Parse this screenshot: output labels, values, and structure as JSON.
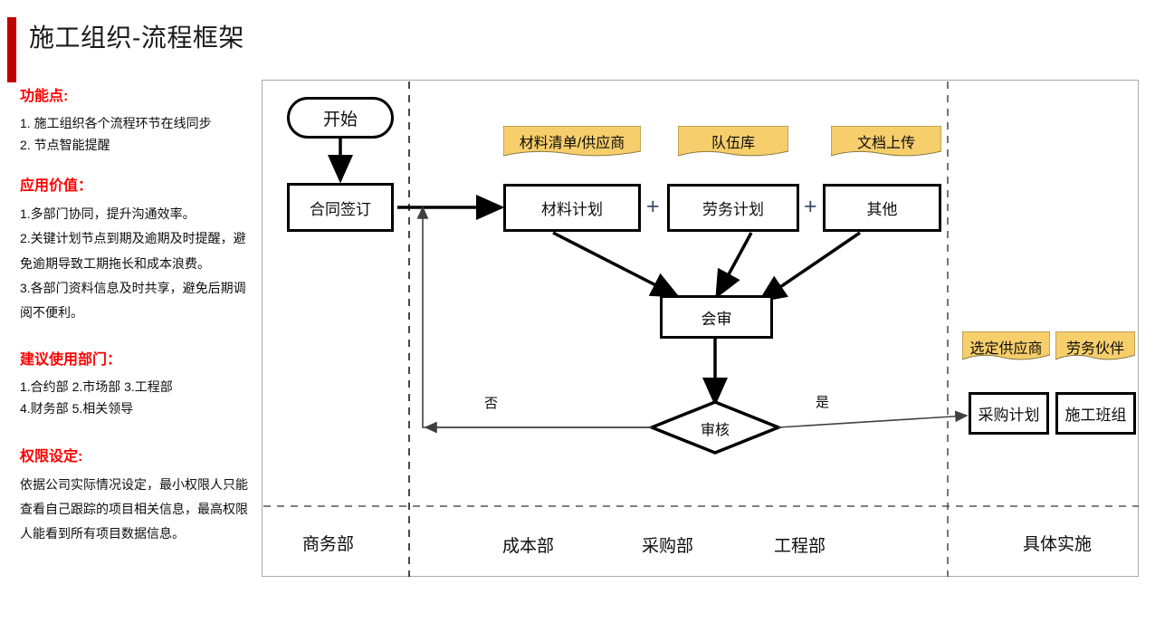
{
  "header": {
    "title": "施工组织-流程框架",
    "accent_color": "#C00000"
  },
  "info_panel": {
    "sections": [
      {
        "heading": "功能点:",
        "lines": [
          "1. 施工组织各个流程环节在线同步",
          "2. 节点智能提醒"
        ]
      },
      {
        "heading": "应用价值：",
        "lines": [
          "1.多部门协同，提升沟通效率。",
          "2.关键计划节点到期及逾期及时提醒，避",
          "免逾期导致工期拖长和成本浪费。",
          "3.各部门资料信息及时共享，避免后期调",
          "阅不便利。"
        ]
      },
      {
        "heading": "建议使用部门：",
        "lines": [
          "1.合约部 2.市场部 3.工程部",
          "4.财务部 5.相关领导"
        ]
      },
      {
        "heading": "权限设定:",
        "lines": [
          "依据公司实际情况设定，最小权限人只能",
          "查看自己跟踪的项目相关信息，最高权限",
          "人能看到所有项目数据信息。"
        ]
      }
    ],
    "heading_color": "#FF0000"
  },
  "flowchart": {
    "nodes": {
      "start": "开始",
      "contract": "合同签订",
      "material_plan": "材料计划",
      "labor_plan": "劳务计划",
      "other_plan": "其他",
      "joint_review": "会审",
      "audit": "审核",
      "purchase_plan": "采购计划",
      "construction_team": "施工班组"
    },
    "sticky_notes": [
      "材料清单/供应商",
      "队伍库",
      "文档上传",
      "选定供应商",
      "劳务伙伴"
    ],
    "operators": [
      "+",
      "+"
    ],
    "edge_labels": {
      "no": "否",
      "yes": "是"
    },
    "lane_labels": [
      "商务部",
      "成本部",
      "采购部",
      "工程部",
      "具体实施"
    ],
    "sticky_color": "#F6CE6B",
    "sticky_border": "#8a7a45"
  }
}
